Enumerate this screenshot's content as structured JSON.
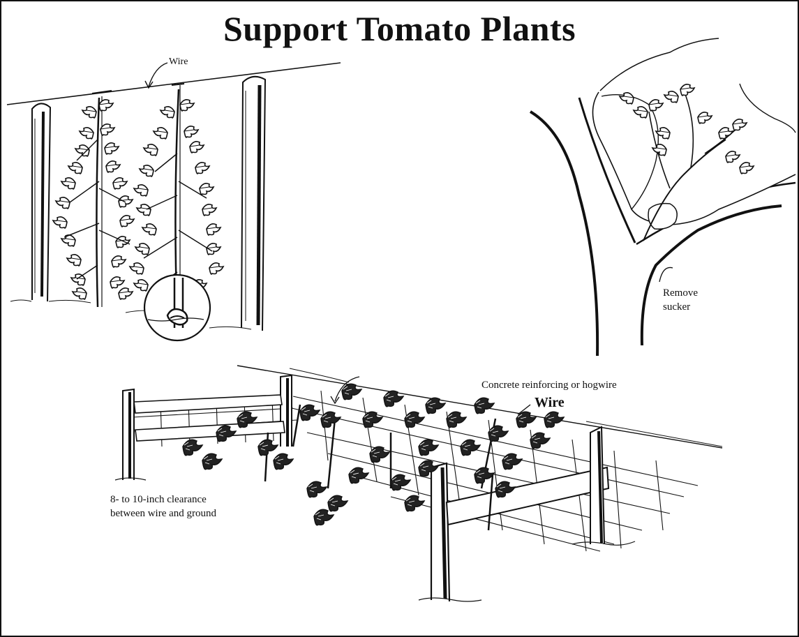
{
  "title": "Support Tomato Plants",
  "labels": {
    "wire_top": "Wire",
    "remove_sucker_1": "Remove",
    "remove_sucker_2": "sucker",
    "concrete": "Concrete reinforcing or hogwire",
    "wire_bottom": "Wire",
    "clearance_1": "8- to 10-inch clearance",
    "clearance_2": "between wire and ground"
  },
  "colors": {
    "ink": "#111111",
    "paper": "#ffffff"
  },
  "icons": [
    "tomato-plant",
    "post",
    "hand",
    "wire-arrow"
  ]
}
